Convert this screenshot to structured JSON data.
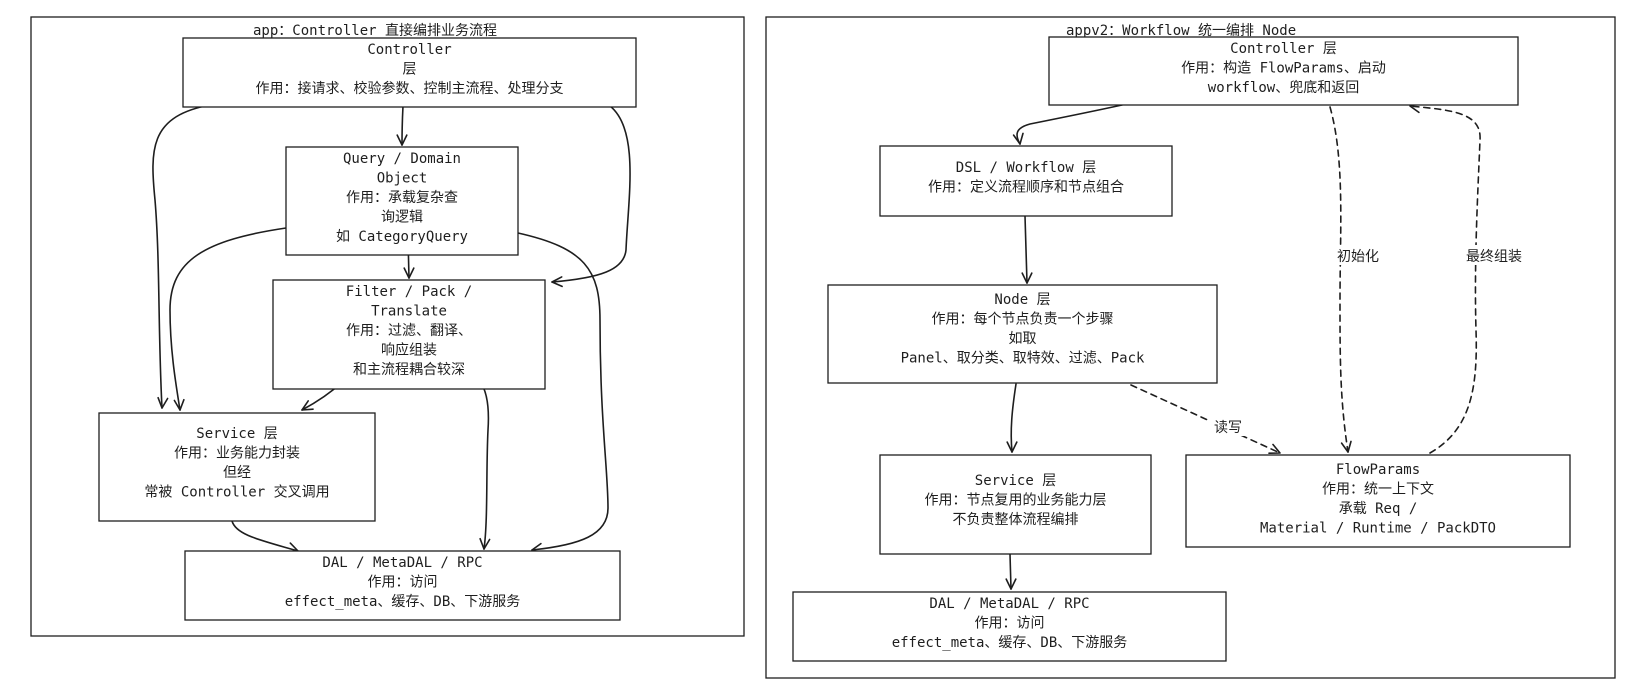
{
  "panels": [
    {
      "id": "app",
      "title": "app：Controller 直接编排业务流程",
      "nodes": [
        {
          "id": "controller",
          "lines": [
            "Controller",
            "层",
            "作用：接请求、校验参数、控制主流程、处理分支"
          ]
        },
        {
          "id": "query",
          "lines": [
            "Query / Domain",
            "Object",
            "作用：承载复杂查",
            "询逻辑",
            "如 CategoryQuery"
          ]
        },
        {
          "id": "filter",
          "lines": [
            "Filter / Pack /",
            "Translate",
            "作用：过滤、翻译、",
            "响应组装",
            "和主流程耦合较深"
          ]
        },
        {
          "id": "service",
          "lines": [
            "Service 层",
            "作用：业务能力封装",
            "但经",
            "常被 Controller 交叉调用"
          ]
        },
        {
          "id": "dal",
          "lines": [
            "DAL / MetaDAL / RPC",
            "作用：访问",
            "effect_meta、缓存、DB、下游服务"
          ]
        }
      ],
      "edges": [
        {
          "from": "controller",
          "to": "query"
        },
        {
          "from": "controller",
          "to": "service"
        },
        {
          "from": "controller",
          "to": "filter"
        },
        {
          "from": "query",
          "to": "filter"
        },
        {
          "from": "query",
          "to": "service"
        },
        {
          "from": "query",
          "to": "dal"
        },
        {
          "from": "filter",
          "to": "service"
        },
        {
          "from": "filter",
          "to": "dal"
        },
        {
          "from": "service",
          "to": "dal"
        }
      ]
    },
    {
      "id": "appv2",
      "title": "appv2：Workflow 统一编排 Node",
      "nodes": [
        {
          "id": "controller2",
          "lines": [
            "Controller 层",
            "作用：构造 FlowParams、启动",
            "workflow、兜底和返回"
          ]
        },
        {
          "id": "dsl",
          "lines": [
            "DSL / Workflow 层",
            "作用：定义流程顺序和节点组合"
          ]
        },
        {
          "id": "node",
          "lines": [
            "Node 层",
            "作用：每个节点负责一个步骤",
            "如取",
            "Panel、取分类、取特效、过滤、Pack"
          ]
        },
        {
          "id": "service2",
          "lines": [
            "Service 层",
            "作用：节点复用的业务能力层",
            "不负责整体流程编排"
          ]
        },
        {
          "id": "flowparams",
          "lines": [
            "FlowParams",
            "作用：统一上下文",
            "承载 Req /",
            "Material / Runtime / PackDTO"
          ]
        },
        {
          "id": "dal2",
          "lines": [
            "DAL / MetaDAL / RPC",
            "作用：访问",
            "effect_meta、缓存、DB、下游服务"
          ]
        }
      ],
      "edges": [
        {
          "from": "controller2",
          "to": "dsl",
          "label": ""
        },
        {
          "from": "dsl",
          "to": "node",
          "label": ""
        },
        {
          "from": "node",
          "to": "service2",
          "label": ""
        },
        {
          "from": "service2",
          "to": "dal2",
          "label": ""
        },
        {
          "from": "node",
          "to": "flowparams",
          "label": "读写",
          "dashed": true
        },
        {
          "from": "controller2",
          "to": "flowparams",
          "label": "初始化",
          "dashed": true
        },
        {
          "from": "flowparams",
          "to": "controller2",
          "label": "最终组装",
          "dashed": true
        }
      ]
    }
  ]
}
